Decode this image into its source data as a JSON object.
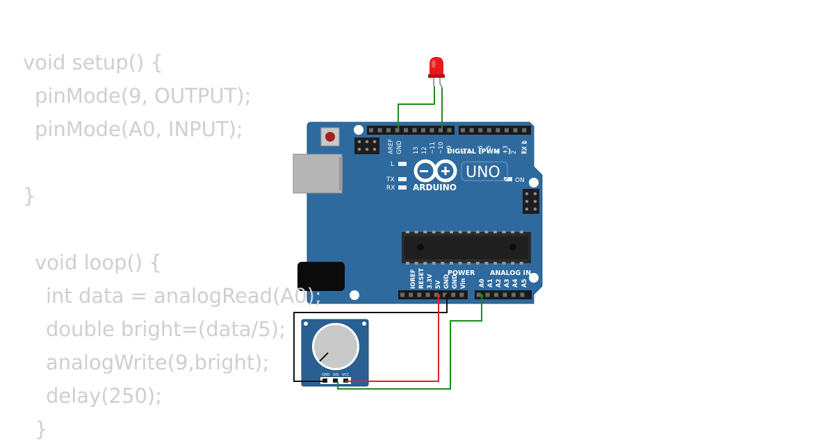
{
  "code": {
    "lines": [
      "void setup() {",
      "pinMode(9, OUTPUT);",
      "pinMode(A0, INPUT);",
      "}",
      "void loop() {",
      "int data = analogRead(A0);",
      "double bright=(data/5);",
      "analogWrite(9,bright);",
      "delay(250);",
      "}"
    ]
  },
  "board": {
    "name": "UNO",
    "brand": "ARDUINO",
    "color": "#2e6a9e",
    "digital_header_label": "DIGITAL (PWM ~)",
    "power_label": "POWER",
    "analog_label": "ANALOG IN",
    "on_label": "ON",
    "l_label": "L",
    "tx_label": "TX",
    "rx_label": "RX",
    "digital_pins": [
      "AREF",
      "GND",
      "13",
      "12",
      "~11",
      "~10",
      "~9",
      "8",
      "7",
      "~6",
      "~5",
      "4",
      "~3",
      "2",
      "TX 1",
      "RX 0"
    ],
    "power_pins": [
      "IOREF",
      "RESET",
      "3.3V",
      "5V",
      "GND",
      "GND",
      "Vin"
    ],
    "analog_pins": [
      "A0",
      "A1",
      "A2",
      "A3",
      "A4",
      "A5"
    ]
  },
  "potentiometer": {
    "pins": [
      "GND",
      "SIG",
      "VCC"
    ]
  },
  "colors": {
    "code_text": "#cfcfcf",
    "board": "#2e6a9e",
    "wire_green": "#1a8a1a",
    "wire_red": "#dd2222",
    "wire_black": "#111111",
    "led": "#e8191c"
  },
  "icons": {
    "led": "red-led-icon",
    "potentiometer": "potentiometer-icon"
  }
}
